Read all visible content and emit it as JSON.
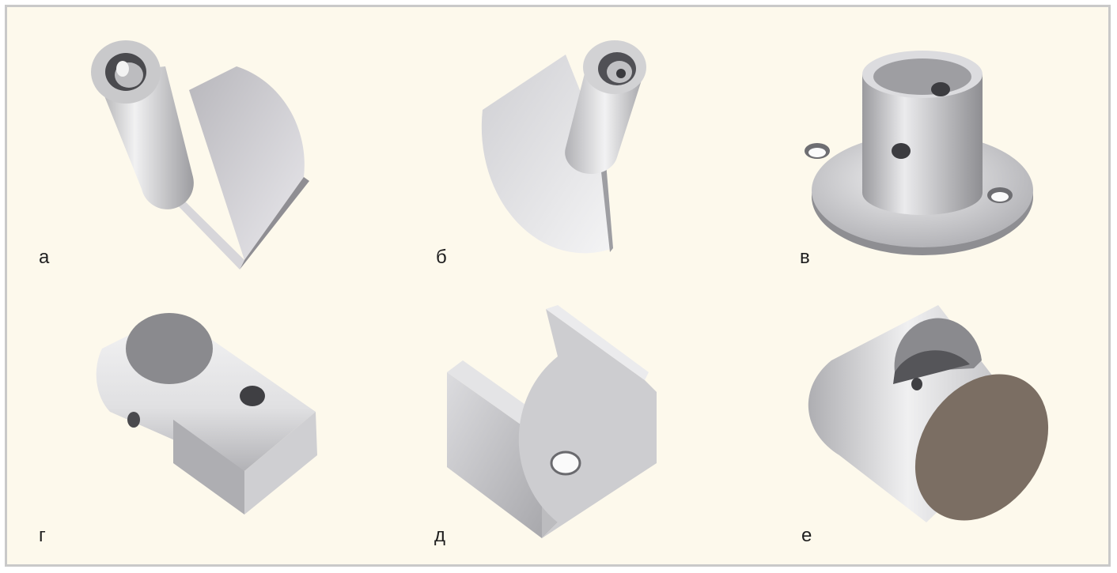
{
  "figure": {
    "panels": [
      {
        "label": "а",
        "icon": "pipe-holder-with-sector-plate-icon"
      },
      {
        "label": "б",
        "icon": "pipe-holder-with-sector-plate-mirrored-icon"
      },
      {
        "label": "в",
        "icon": "round-flange-pipe-base-icon"
      },
      {
        "label": "г",
        "icon": "slotted-cylinder-clamp-icon"
      },
      {
        "label": "д",
        "icon": "u-shaped-bracket-icon"
      },
      {
        "label": "е",
        "icon": "cylinder-connector-with-cutout-icon"
      }
    ]
  }
}
